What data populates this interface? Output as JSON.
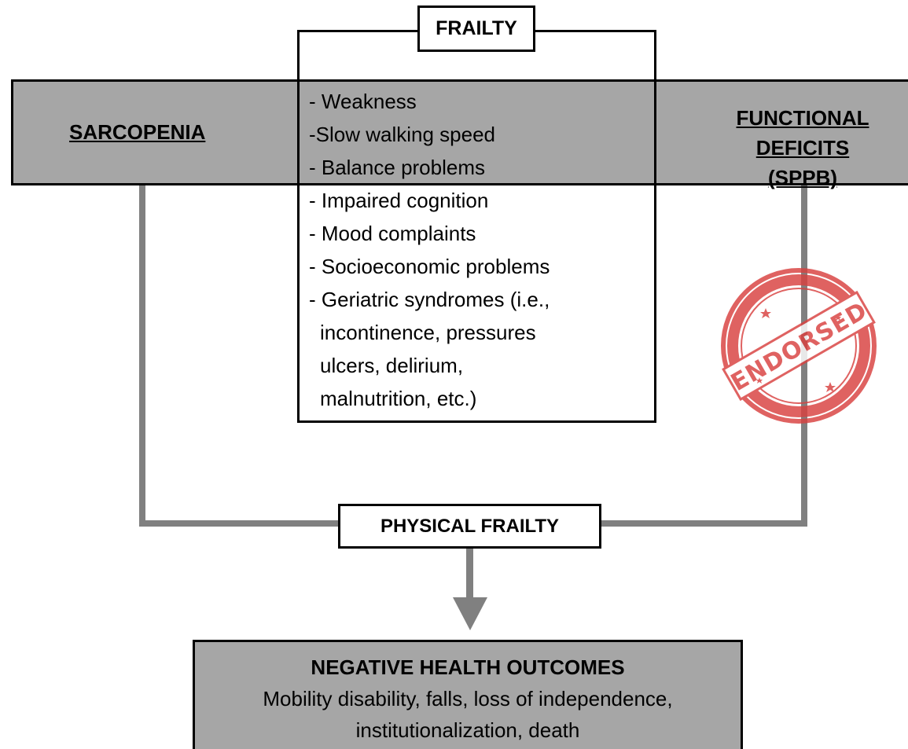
{
  "frailty": {
    "title": "FRAILTY",
    "items": [
      "- Weakness",
      "-Slow walking speed",
      "- Balance problems",
      "- Impaired cognition",
      "- Mood complaints",
      "- Socioeconomic problems",
      "- Geriatric syndromes (i.e.,"
    ],
    "continuation": [
      "incontinence, pressures",
      "ulcers, delirium,",
      "malnutrition, etc.)"
    ]
  },
  "sarcopenia": {
    "label": "SARCOPENIA"
  },
  "functional": {
    "line1": "FUNCTIONAL",
    "line2": "DEFICITS (SPPB)"
  },
  "physical_frailty": {
    "label": "PHYSICAL FRAILTY"
  },
  "outcomes": {
    "title": "NEGATIVE HEALTH OUTCOMES",
    "line1": "Mobility disability, falls, loss of independence,",
    "line2": "institutionalization, death"
  },
  "stamp": {
    "text": "ENDORSED",
    "color": "#d9403f"
  },
  "colors": {
    "band": "#a6a6a6",
    "connector": "#808080"
  }
}
